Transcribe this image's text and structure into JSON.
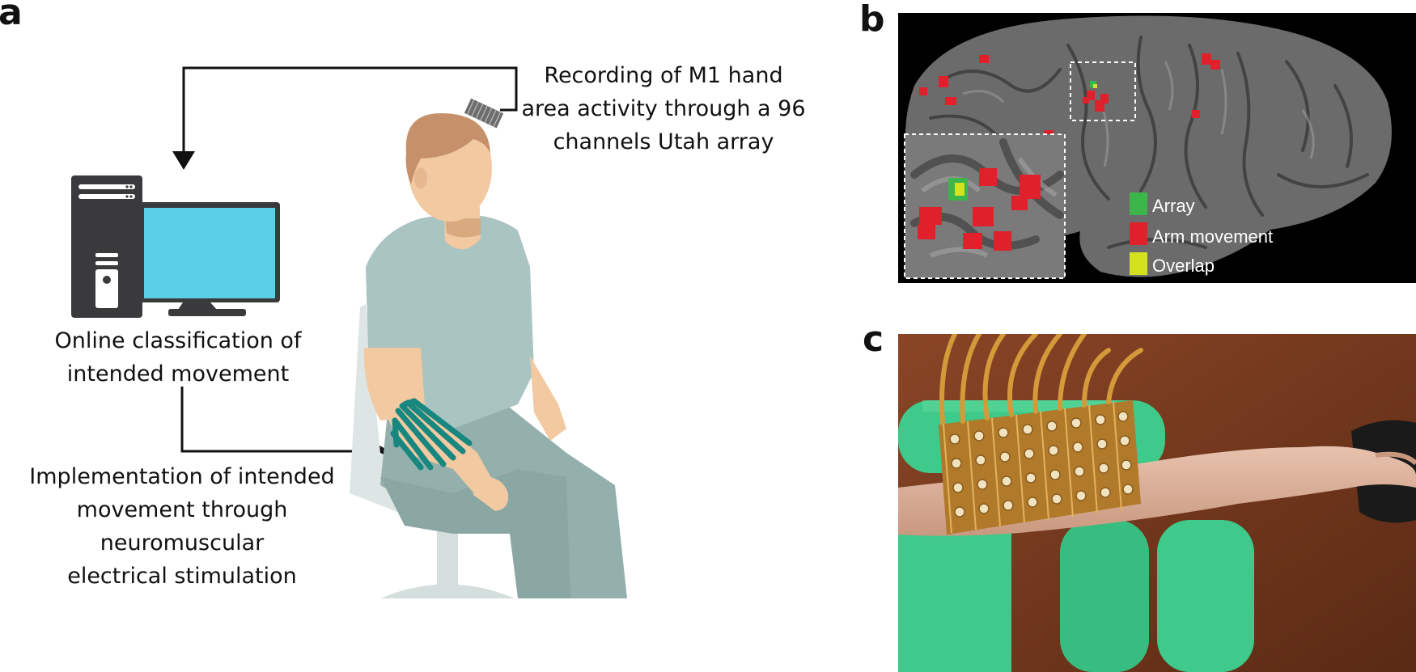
{
  "panels": {
    "a": "a",
    "b": "b",
    "c": "c"
  },
  "panel_a": {
    "recording_caption": [
      "Recording of M1 hand",
      "area activity through a 96",
      "channels Utah array"
    ],
    "classification_caption": [
      "Online classification of",
      "intended movement"
    ],
    "implementation_caption": [
      "Implementation of intended",
      "movement through neuromuscular",
      "electrical stimulation"
    ],
    "icons": [
      "computer-icon",
      "utah-array-icon",
      "seated-person-icon",
      "electrode-sleeve-icon",
      "chair-icon"
    ]
  },
  "panel_b": {
    "legend": [
      {
        "label": "Array",
        "color": "#3cb54a"
      },
      {
        "label": "Arm movement",
        "color": "#e0202a"
      },
      {
        "label": "Overlap",
        "color": "#d4e21e"
      }
    ]
  },
  "colors": {
    "monitor_screen": "#5bcfe6",
    "computer_body": "#3a3a3c",
    "shirt": "#a9c4c1",
    "pants": "#94b0ad",
    "skin": "#f2c9a1",
    "hair": "#c6916a",
    "sleeve": "#17877f",
    "brain_bg": "#6b6b6b",
    "foam": "#3fc98a",
    "table": "#7a3b1f"
  }
}
